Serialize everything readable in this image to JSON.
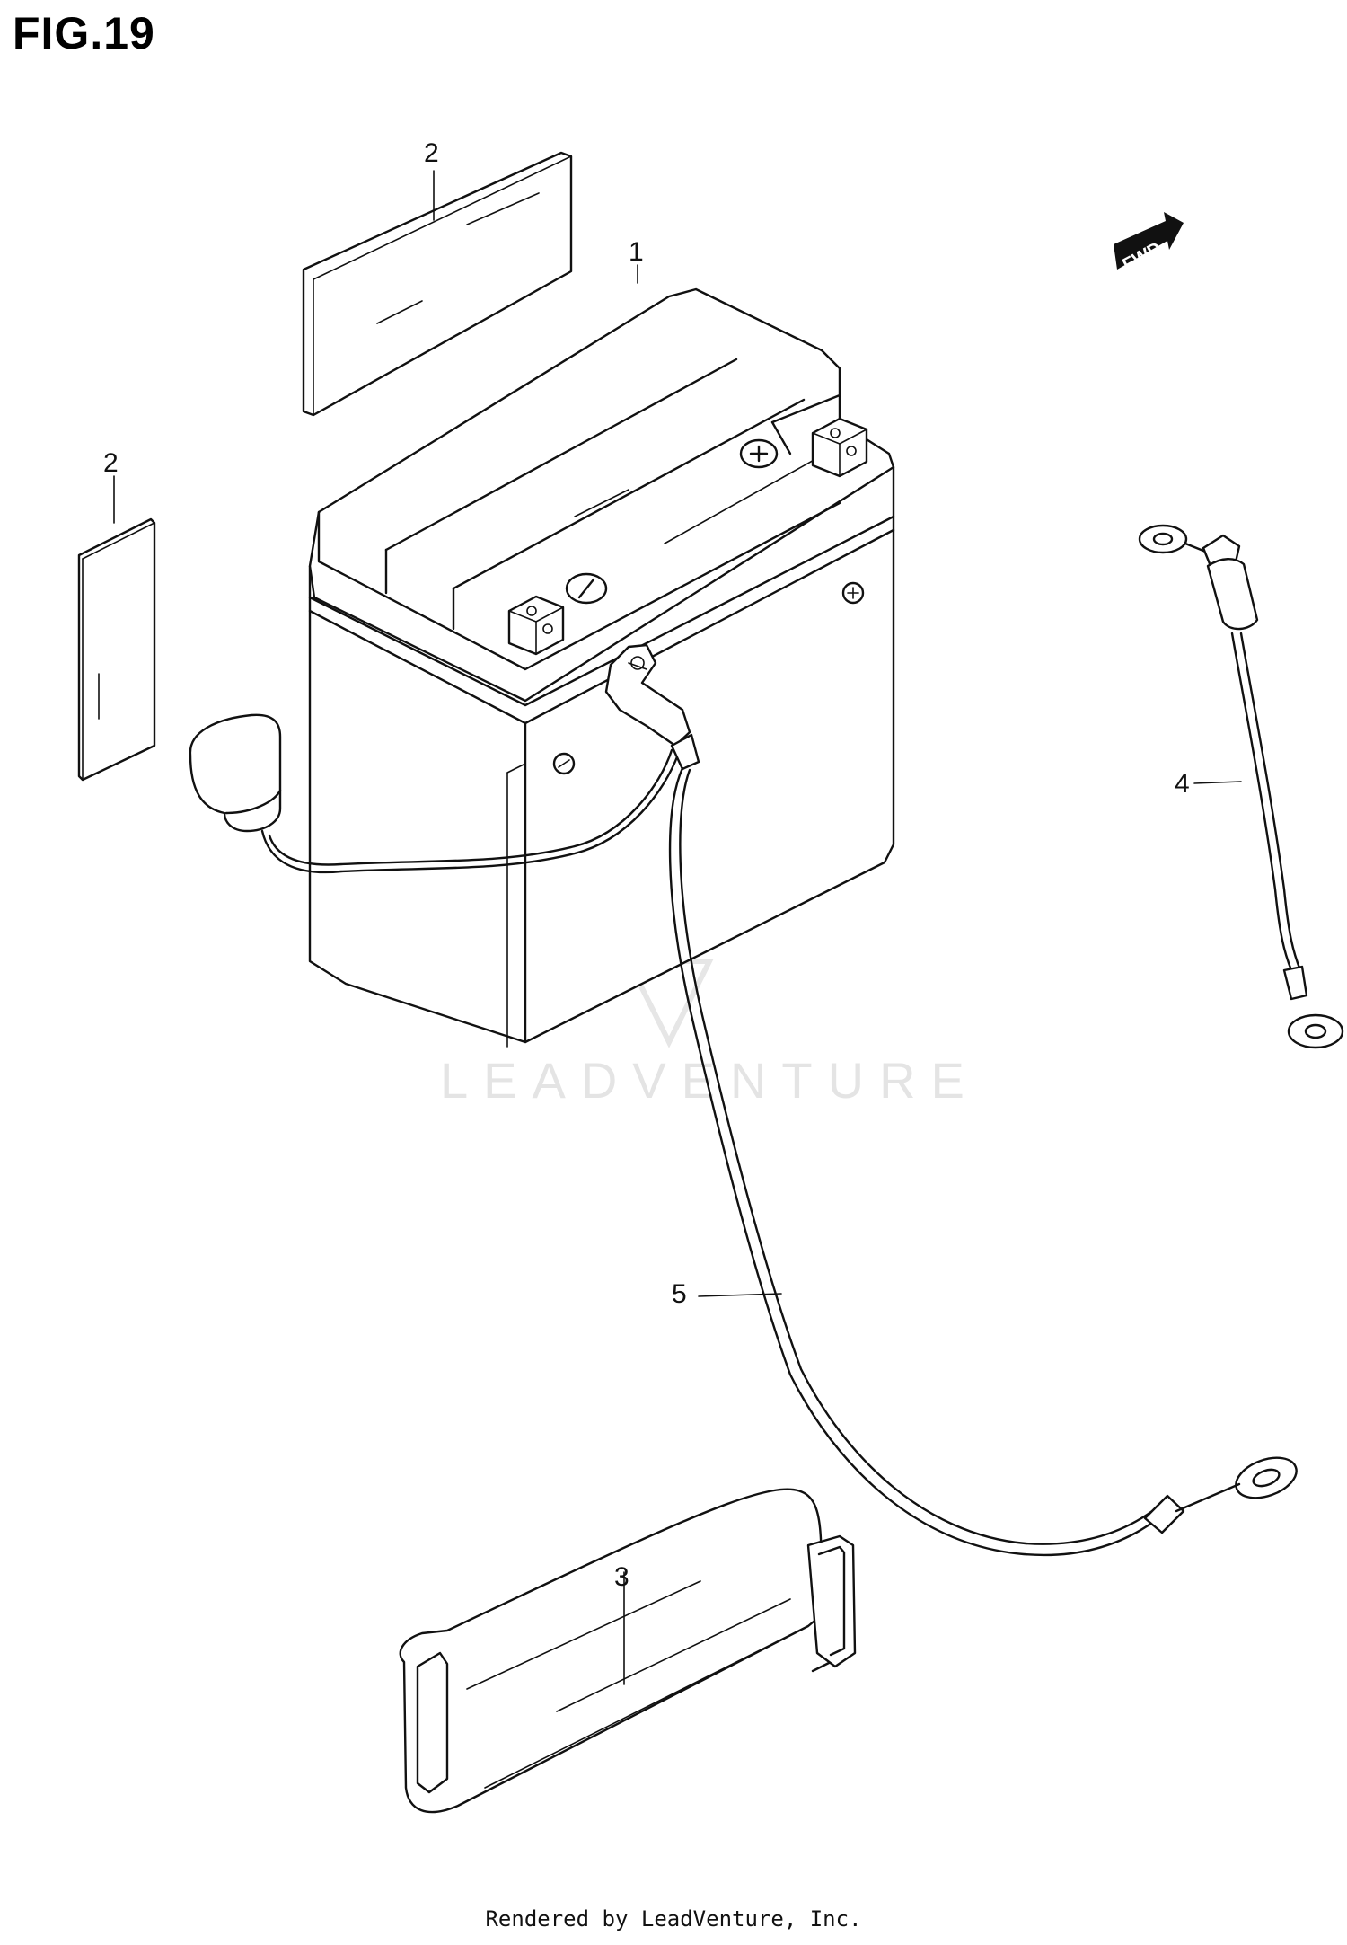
{
  "figure": {
    "title": "FIG.19",
    "direction_badge": "FWD",
    "watermark": "LEADVENTURE",
    "footer": "Rendered by LeadVenture, Inc."
  },
  "callouts": [
    {
      "id": "battery",
      "number": "1"
    },
    {
      "id": "label-top",
      "number": "2"
    },
    {
      "id": "label-side",
      "number": "2"
    },
    {
      "id": "band",
      "number": "3"
    },
    {
      "id": "short-cable",
      "number": "4"
    },
    {
      "id": "long-cable",
      "number": "5"
    }
  ],
  "icons": [
    "fwd-arrow-icon",
    "flame-logo-icon"
  ]
}
